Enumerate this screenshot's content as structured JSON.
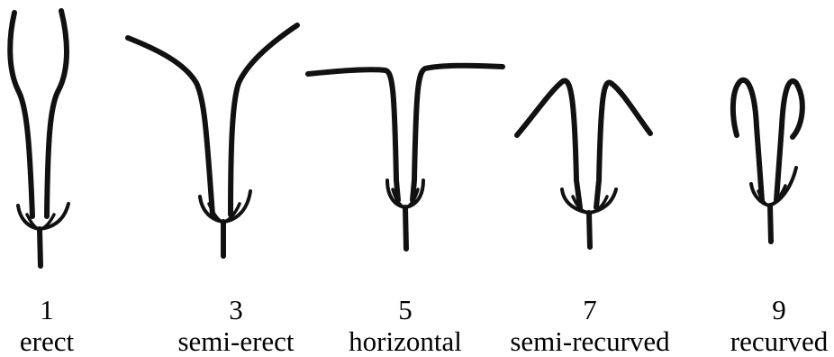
{
  "forms": [
    {
      "code": "1",
      "name": "erect"
    },
    {
      "code": "3",
      "name": "semi-erect"
    },
    {
      "code": "5",
      "name": "horizontal"
    },
    {
      "code": "7",
      "name": "semi-recurved"
    },
    {
      "code": "9",
      "name": "recurved"
    }
  ],
  "colors": {
    "ink": "#111111",
    "background": "#ffffff"
  }
}
